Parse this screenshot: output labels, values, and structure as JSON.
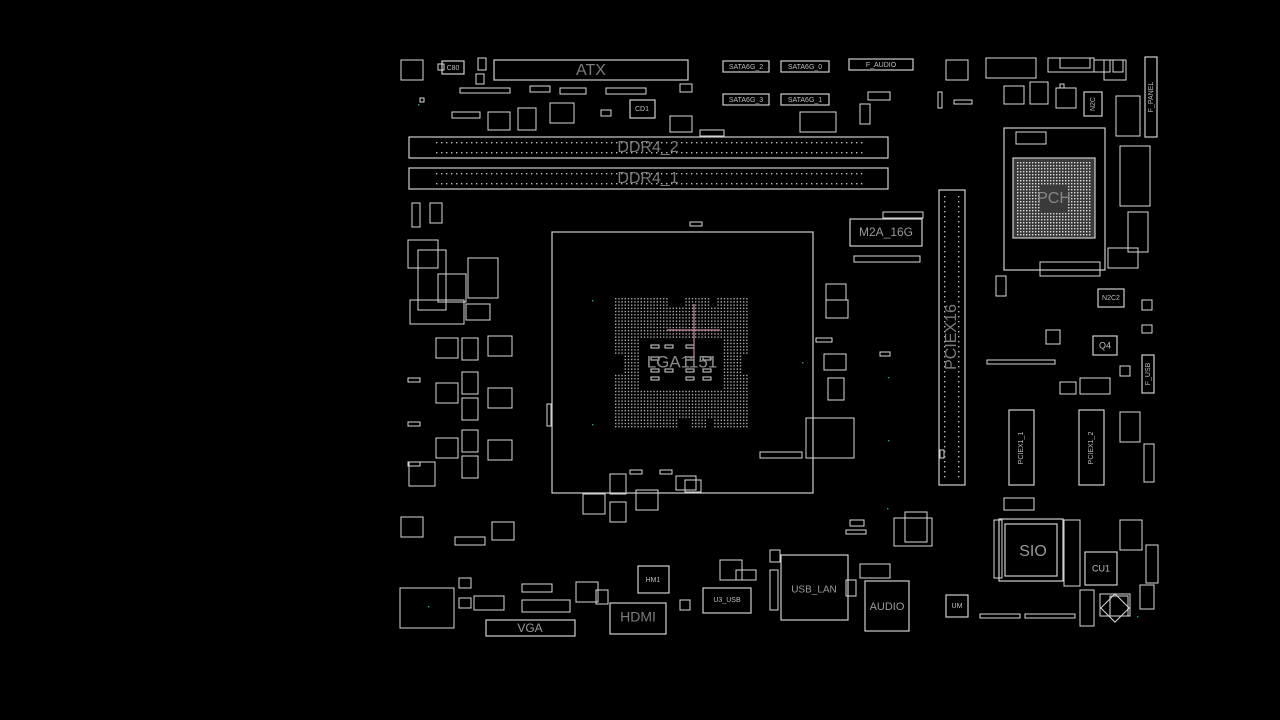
{
  "view": {
    "title": "Boardview",
    "background": "#000000",
    "outline_color": "#d0d0d0",
    "cursor_color": "#c98a9a",
    "via_color": "#1fa0a0"
  },
  "components": {
    "atx": "ATX",
    "ddr4_2": "DDR4_2",
    "ddr4_1": "DDR4_1",
    "sata6g_2": "SATA6G_2",
    "sata6g_0": "SATA6G_0",
    "sata6g_3": "SATA6G_3",
    "sata6g_1": "SATA6G_1",
    "f_audio": "F_AUDIO",
    "cpu_socket": "LGA1151",
    "m2a": "M2A_16G",
    "pciex16": "PCIEX16",
    "pch": "PCH",
    "f_panel": "F_PANEL",
    "pciex1_1": "PCIEX1_1",
    "pciex1_2": "PCIEX1_2",
    "f_usb": "F_USB",
    "q4": "Q4",
    "sio": "SIO",
    "cu1": "CU1",
    "usb_lan": "USB_LAN",
    "audio": "AUDIO",
    "hdmi": "HDMI",
    "vga": "VGA",
    "hm1": "HM1",
    "u3_usb": "U3_USB",
    "cd1": "CD1",
    "c80": "C80",
    "n2c": "N2C",
    "n2c2": "N2C2",
    "um": "UM"
  }
}
